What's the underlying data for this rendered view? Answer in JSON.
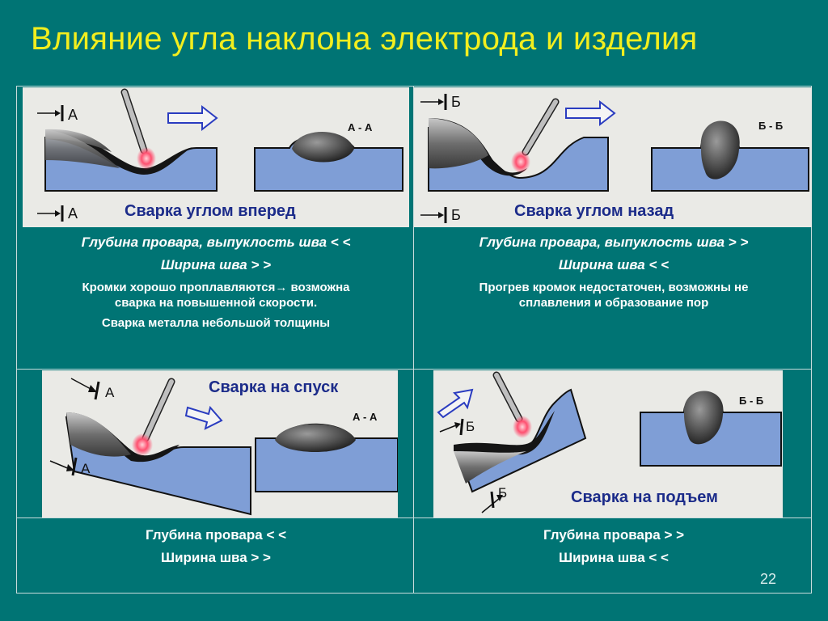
{
  "title": "Влияние угла наклона электрода и изделия",
  "page_number": "22",
  "colors": {
    "title": "#f2ee1e",
    "background": "#007474",
    "metal": "#7f9ed6",
    "caption": "#1c2c8a"
  },
  "panels": [
    {
      "caption": "Сварка углом вперед",
      "marker_top": "А",
      "marker_bottom": "А",
      "section_label": "А - А"
    },
    {
      "caption": "Сварка углом назад",
      "marker_top": "Б",
      "marker_bottom": "Б",
      "section_label": "Б - Б"
    },
    {
      "caption": "Сварка на спуск",
      "marker_top": "А",
      "marker_bottom": "А",
      "section_label": "А - А"
    },
    {
      "caption": "Сварка на подъем",
      "marker_top": "Б",
      "marker_bottom": "Б",
      "section_label": "Б - Б"
    }
  ],
  "forward": {
    "line1": "Глубина провара, выпуклость шва < <",
    "line2": "Ширина шва > >",
    "line3": "Кромки хорошо проплавляются→ возможна",
    "line4": "сварка на повышенной скорости.",
    "line5": "Сварка металла небольшой толщины"
  },
  "backward": {
    "line1": "Глубина провара, выпуклость шва > >",
    "line2": "Ширина шва < <",
    "line3": "Прогрев кромок недостаточен, возможны не",
    "line4": "сплавления и образование пор"
  },
  "downhill": {
    "line1": "Глубина провара < <",
    "line2": "Ширина шва > >"
  },
  "uphill": {
    "line1": "Глубина провара > >",
    "line2": "Ширина шва < <"
  }
}
